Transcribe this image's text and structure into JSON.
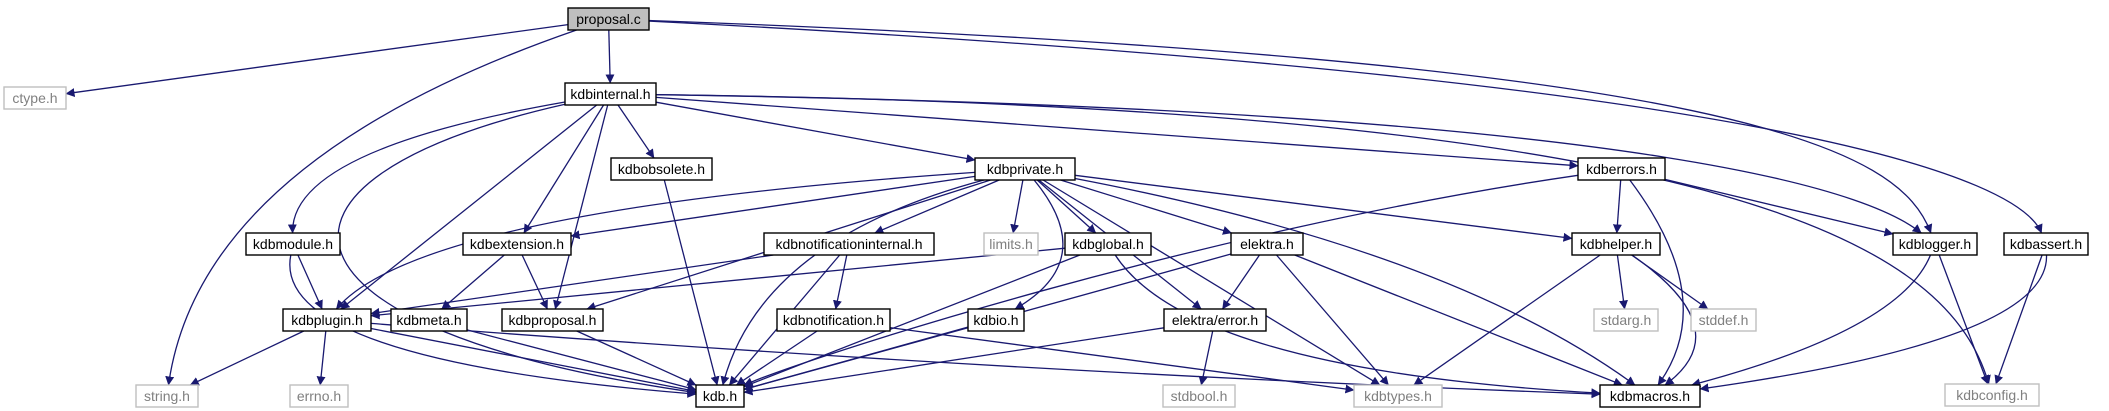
{
  "colors": {
    "edge": "#191970",
    "node_border": "#000000",
    "node_border_external": "#bfbfbf",
    "node_fill": "#ffffff",
    "node_fill_root": "#bfbfbf",
    "text": "#000000",
    "text_external": "#808080"
  },
  "graph": {
    "root": "proposal.c",
    "nodes": [
      {
        "id": "proposal_c",
        "label": "proposal.c",
        "kind": "root"
      },
      {
        "id": "ctype_h",
        "label": "ctype.h",
        "kind": "external"
      },
      {
        "id": "kdbinternal_h",
        "label": "kdbinternal.h",
        "kind": "local"
      },
      {
        "id": "string_h",
        "label": "string.h",
        "kind": "external"
      },
      {
        "id": "kdblogger_h",
        "label": "kdblogger.h",
        "kind": "local"
      },
      {
        "id": "kdbassert_h",
        "label": "kdbassert.h",
        "kind": "local"
      },
      {
        "id": "kdbconfig_h",
        "label": "kdbconfig.h",
        "kind": "external"
      },
      {
        "id": "kdbobsolete_h",
        "label": "kdbobsolete.h",
        "kind": "local"
      },
      {
        "id": "kdbprivate_h",
        "label": "kdbprivate.h",
        "kind": "local"
      },
      {
        "id": "kdberrors_h",
        "label": "kdberrors.h",
        "kind": "local"
      },
      {
        "id": "kdbmodule_h",
        "label": "kdbmodule.h",
        "kind": "local"
      },
      {
        "id": "kdbextension_h",
        "label": "kdbextension.h",
        "kind": "local"
      },
      {
        "id": "kdbnotificationinternal_h",
        "label": "kdbnotificationinternal.h",
        "kind": "local"
      },
      {
        "id": "limits_h",
        "label": "limits.h",
        "kind": "external"
      },
      {
        "id": "kdbglobal_h",
        "label": "kdbglobal.h",
        "kind": "local"
      },
      {
        "id": "elektra_h",
        "label": "elektra.h",
        "kind": "local"
      },
      {
        "id": "kdbhelper_h",
        "label": "kdbhelper.h",
        "kind": "local"
      },
      {
        "id": "kdbplugin_h",
        "label": "kdbplugin.h",
        "kind": "local"
      },
      {
        "id": "kdbmeta_h",
        "label": "kdbmeta.h",
        "kind": "local"
      },
      {
        "id": "kdbproposal_h",
        "label": "kdbproposal.h",
        "kind": "local"
      },
      {
        "id": "kdbnotification_h",
        "label": "kdbnotification.h",
        "kind": "local"
      },
      {
        "id": "kdbio_h",
        "label": "kdbio.h",
        "kind": "local"
      },
      {
        "id": "elektra_error_h",
        "label": "elektra/error.h",
        "kind": "local"
      },
      {
        "id": "stdarg_h",
        "label": "stdarg.h",
        "kind": "external"
      },
      {
        "id": "stddef_h",
        "label": "stddef.h",
        "kind": "external"
      },
      {
        "id": "errno_h",
        "label": "errno.h",
        "kind": "external"
      },
      {
        "id": "kdb_h",
        "label": "kdb.h",
        "kind": "local"
      },
      {
        "id": "stdbool_h",
        "label": "stdbool.h",
        "kind": "external"
      },
      {
        "id": "kdbtypes_h",
        "label": "kdbtypes.h",
        "kind": "external"
      },
      {
        "id": "kdbmacros_h",
        "label": "kdbmacros.h",
        "kind": "local"
      }
    ],
    "edges": [
      [
        "proposal_c",
        "ctype_h"
      ],
      [
        "proposal_c",
        "kdbinternal_h"
      ],
      [
        "proposal_c",
        "string_h"
      ],
      [
        "proposal_c",
        "kdblogger_h"
      ],
      [
        "proposal_c",
        "kdbassert_h"
      ],
      [
        "kdbinternal_h",
        "kdbobsolete_h"
      ],
      [
        "kdbinternal_h",
        "kdbprivate_h"
      ],
      [
        "kdbinternal_h",
        "kdberrors_h"
      ],
      [
        "kdbinternal_h",
        "kdblogger_h"
      ],
      [
        "kdbinternal_h",
        "kdbconfig_h"
      ],
      [
        "kdbinternal_h",
        "kdbmodule_h"
      ],
      [
        "kdbinternal_h",
        "kdbextension_h"
      ],
      [
        "kdbinternal_h",
        "kdbplugin_h"
      ],
      [
        "kdbinternal_h",
        "kdbproposal_h"
      ],
      [
        "kdbinternal_h",
        "kdb_h"
      ],
      [
        "kdbobsolete_h",
        "kdb_h"
      ],
      [
        "kdbprivate_h",
        "kdbplugin_h"
      ],
      [
        "kdbprivate_h",
        "kdbextension_h"
      ],
      [
        "kdbprivate_h",
        "kdbnotificationinternal_h"
      ],
      [
        "kdbprivate_h",
        "limits_h"
      ],
      [
        "kdbprivate_h",
        "kdbglobal_h"
      ],
      [
        "kdbprivate_h",
        "elektra_h"
      ],
      [
        "kdbprivate_h",
        "kdbhelper_h"
      ],
      [
        "kdbprivate_h",
        "kdbproposal_h"
      ],
      [
        "kdbprivate_h",
        "kdbio_h"
      ],
      [
        "kdbprivate_h",
        "elektra_error_h"
      ],
      [
        "kdbprivate_h",
        "kdbtypes_h"
      ],
      [
        "kdbprivate_h",
        "kdbmacros_h"
      ],
      [
        "kdbprivate_h",
        "kdb_h"
      ],
      [
        "kdberrors_h",
        "kdbhelper_h"
      ],
      [
        "kdberrors_h",
        "kdblogger_h"
      ],
      [
        "kdberrors_h",
        "kdb_h"
      ],
      [
        "kdberrors_h",
        "kdbmacros_h"
      ],
      [
        "kdbmodule_h",
        "kdbplugin_h"
      ],
      [
        "kdbmodule_h",
        "kdb_h"
      ],
      [
        "kdbextension_h",
        "kdbmeta_h"
      ],
      [
        "kdbextension_h",
        "kdbproposal_h"
      ],
      [
        "kdbnotificationinternal_h",
        "kdbplugin_h"
      ],
      [
        "kdbnotificationinternal_h",
        "kdbnotification_h"
      ],
      [
        "kdbnotificationinternal_h",
        "kdb_h"
      ],
      [
        "kdbglobal_h",
        "kdbplugin_h"
      ],
      [
        "kdbglobal_h",
        "kdb_h"
      ],
      [
        "kdbglobal_h",
        "kdbmacros_h"
      ],
      [
        "elektra_h",
        "elektra_error_h"
      ],
      [
        "elektra_h",
        "kdb_h"
      ],
      [
        "elektra_h",
        "kdbtypes_h"
      ],
      [
        "elektra_h",
        "kdbmacros_h"
      ],
      [
        "kdbhelper_h",
        "stdarg_h"
      ],
      [
        "kdbhelper_h",
        "stddef_h"
      ],
      [
        "kdbhelper_h",
        "kdbtypes_h"
      ],
      [
        "kdbhelper_h",
        "kdbmacros_h"
      ],
      [
        "kdblogger_h",
        "kdbconfig_h"
      ],
      [
        "kdblogger_h",
        "kdbmacros_h"
      ],
      [
        "kdbassert_h",
        "kdbconfig_h"
      ],
      [
        "kdbassert_h",
        "kdbmacros_h"
      ],
      [
        "kdbplugin_h",
        "string_h"
      ],
      [
        "kdbplugin_h",
        "errno_h"
      ],
      [
        "kdbplugin_h",
        "kdb_h"
      ],
      [
        "kdbplugin_h",
        "kdbmacros_h"
      ],
      [
        "kdbmeta_h",
        "kdb_h"
      ],
      [
        "kdbproposal_h",
        "kdb_h"
      ],
      [
        "kdbnotification_h",
        "kdb_h"
      ],
      [
        "kdbnotification_h",
        "kdbtypes_h"
      ],
      [
        "kdbio_h",
        "kdb_h"
      ],
      [
        "elektra_error_h",
        "stdbool_h"
      ],
      [
        "elektra_error_h",
        "kdb_h"
      ]
    ]
  }
}
